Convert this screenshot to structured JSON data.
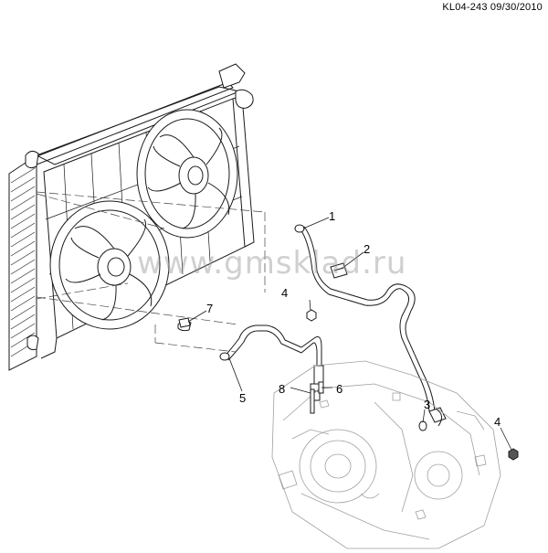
{
  "drawing_id": "KL04-243 09/30/2010",
  "watermark": "www.gmsklad.ru",
  "callouts": [
    "1",
    "2",
    "3",
    "4",
    "4",
    "5",
    "6",
    "7",
    "8"
  ],
  "colors": {
    "line": "#1a1a1a",
    "ghost": "#9a9a9a",
    "watermark": "#969696"
  }
}
